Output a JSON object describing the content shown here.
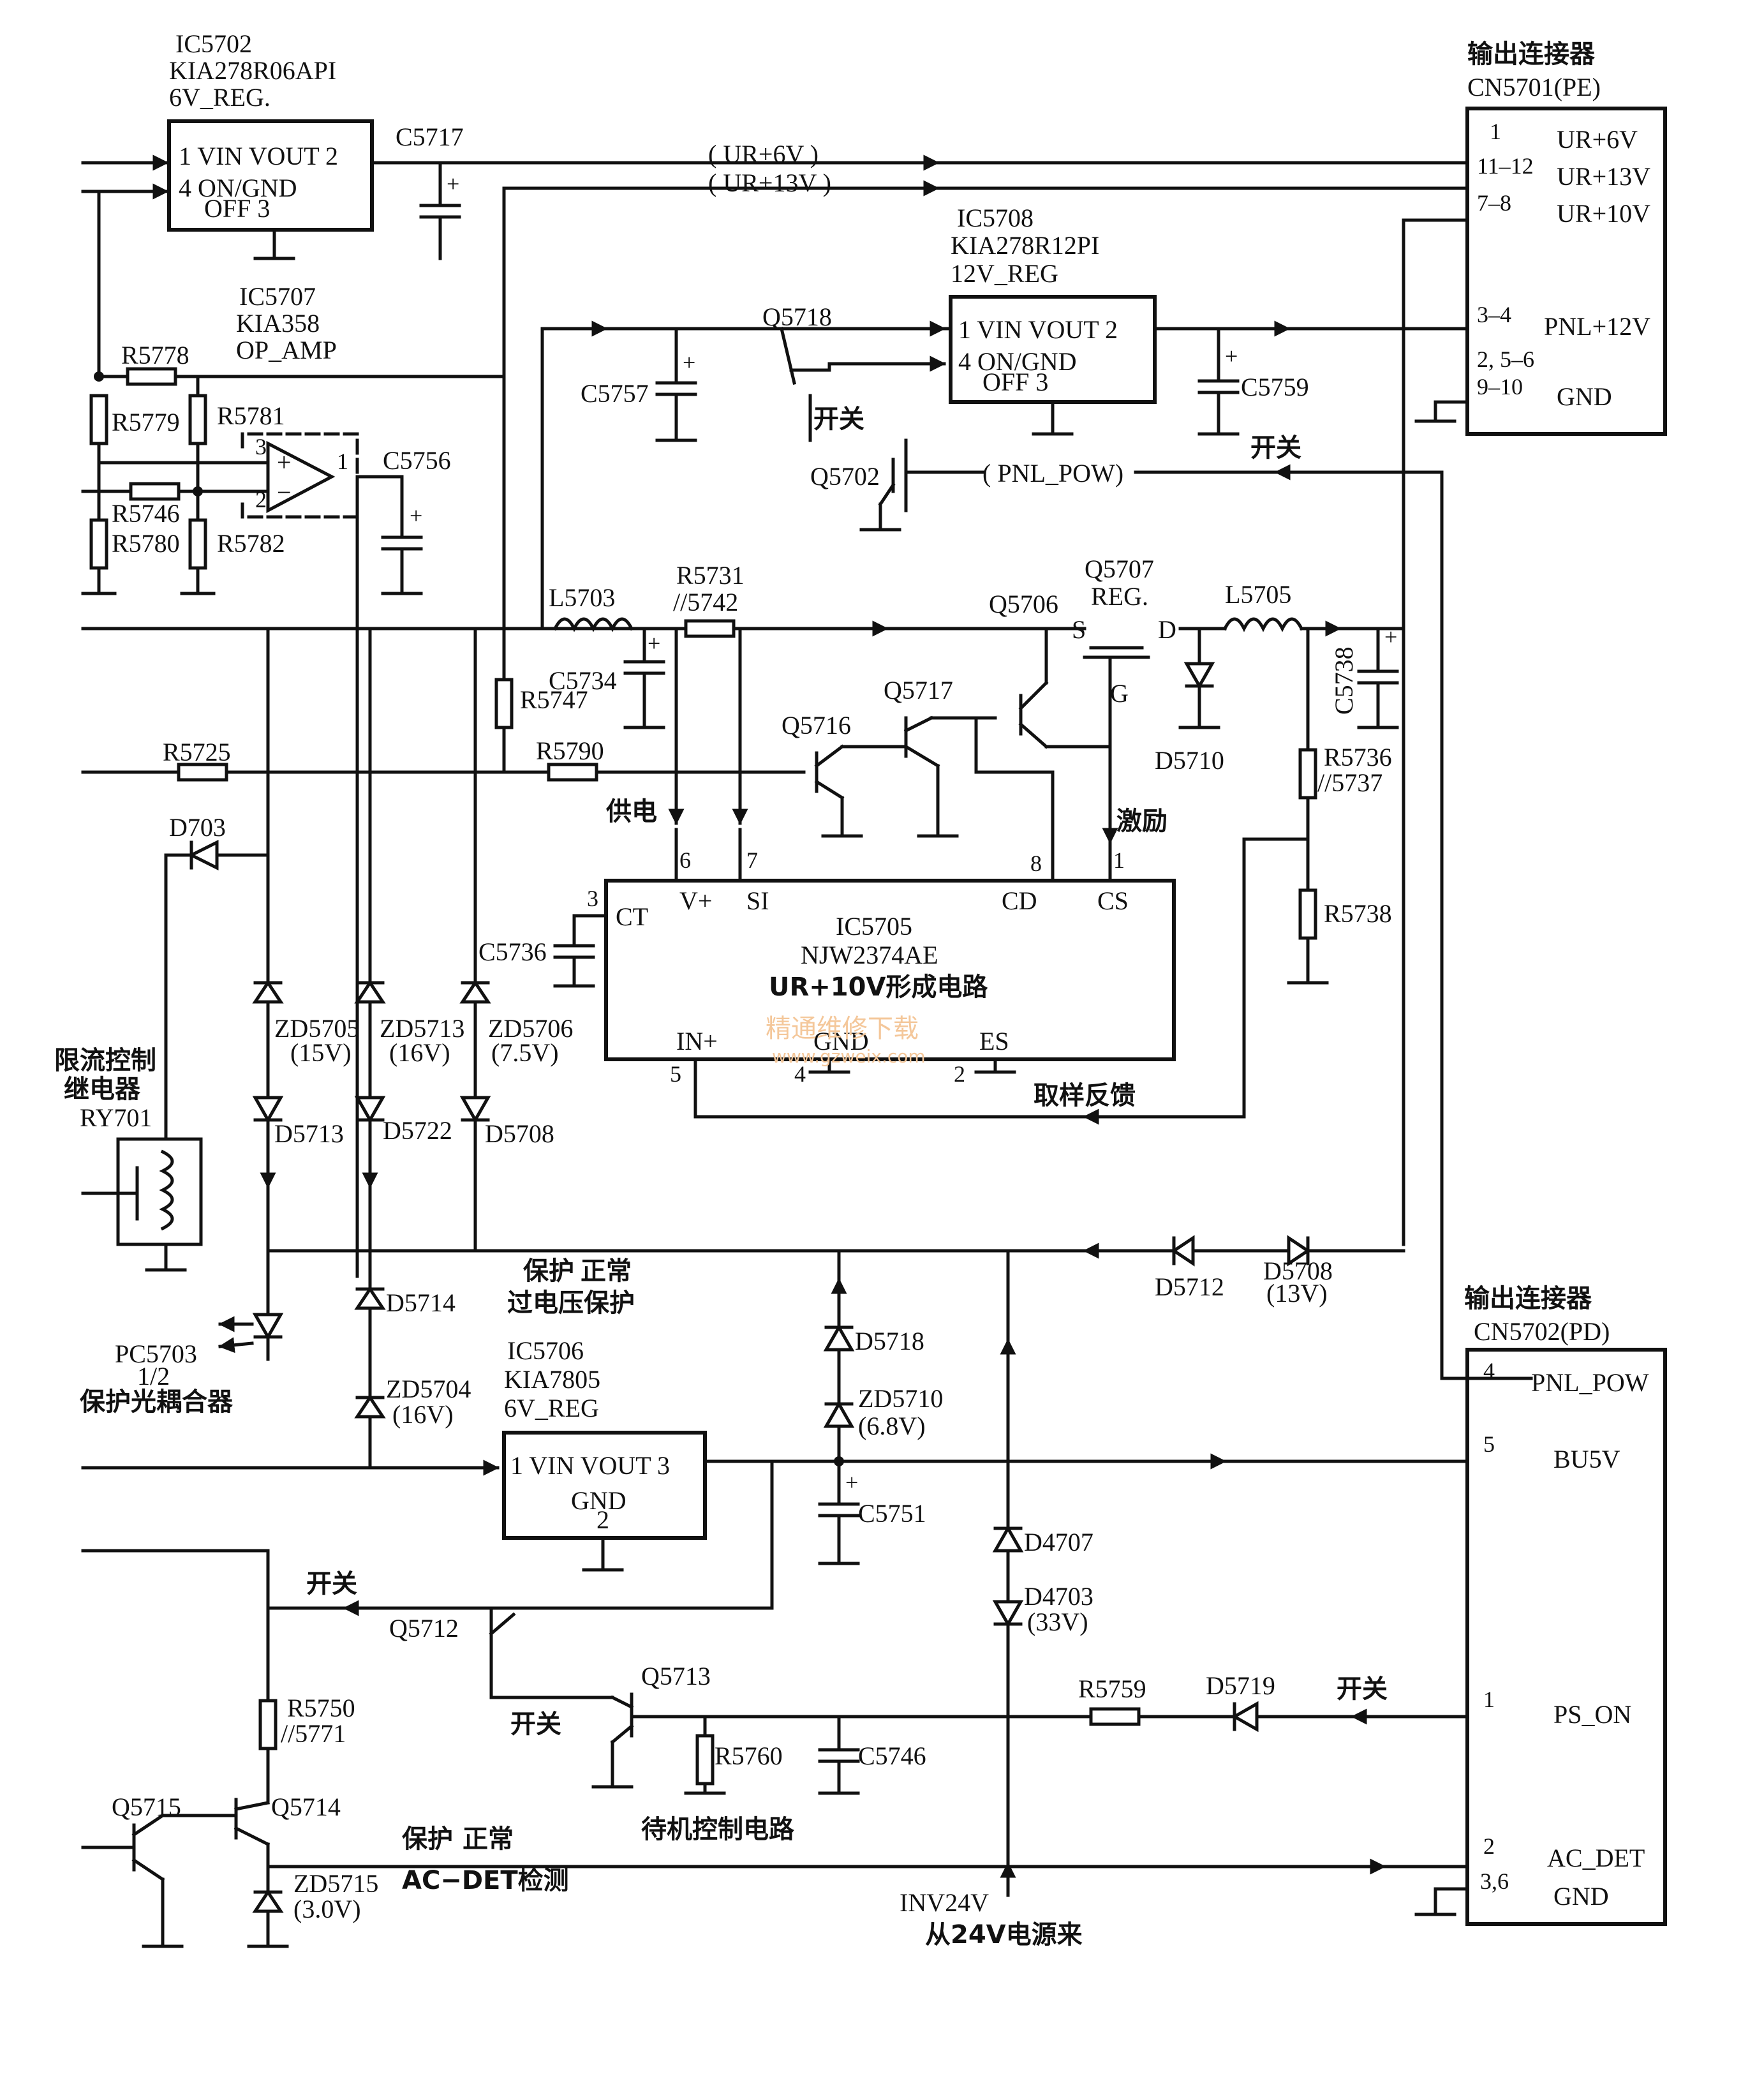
{
  "ic5702": {
    "ref": "IC5702",
    "part": "KIA278R06API",
    "func": "6V_REG.",
    "pins": [
      "1  VIN  VOUT 2",
      "4  ON/GND",
      "OFF  3"
    ]
  },
  "ic5708": {
    "ref": "IC5708",
    "part": "KIA278R12PI",
    "func": "12V_REG",
    "pins": [
      "1  VIN  VOUT 2",
      "4  ON/GND",
      "OFF  3"
    ]
  },
  "ic5707": {
    "ref": "IC5707",
    "part": "KIA358",
    "func": "OP_AMP"
  },
  "ic5705": {
    "ref": "IC5705",
    "part": "NJW2374AE",
    "func": "UR+10V形成电路",
    "pins": {
      "ct": "CT",
      "vplus": "V+",
      "si": "SI",
      "cd": "CD",
      "cs": "CS",
      "inp": "IN+",
      "gnd": "GND",
      "es": "ES",
      "n3": "3",
      "n6": "6",
      "n7": "7",
      "n8": "8",
      "n1": "1",
      "n5": "5",
      "n4": "4",
      "n2": "2"
    }
  },
  "ic5706": {
    "ref": "IC5706",
    "part": "KIA7805",
    "func": "6V_REG",
    "pins": [
      "1  VIN  VOUT 3",
      "GND",
      "2"
    ]
  },
  "cn5701": {
    "title": "输出连接器",
    "ref": "CN5701(PE)",
    "rows": [
      {
        "pin": "1",
        "sig": "UR+6V"
      },
      {
        "pin": "11–12",
        "sig": "UR+13V"
      },
      {
        "pin": "7–8",
        "sig": "UR+10V"
      },
      {
        "pin": "3–4",
        "sig": "PNL+12V"
      },
      {
        "pin": "2, 5–6",
        "sig": ""
      },
      {
        "pin": "9–10",
        "sig": "GND"
      }
    ]
  },
  "cn5702": {
    "title": "输出连接器",
    "ref": "CN5702(PD)",
    "rows": [
      {
        "pin": "4",
        "sig": "PNL_POW"
      },
      {
        "pin": "5",
        "sig": "BU5V"
      },
      {
        "pin": "1",
        "sig": "PS_ON"
      },
      {
        "pin": "2",
        "sig": "AC_DET"
      },
      {
        "pin": "3,6",
        "sig": "GND"
      }
    ]
  },
  "nets": {
    "ur6v": "( UR+6V )",
    "ur13v": "( UR+13V )",
    "pnlpow": "( PNL_POW)"
  },
  "components": {
    "c5717": "C5717",
    "c5757": "C5757",
    "c5759": "C5759",
    "c5756": "C5756",
    "c5734": "C5734",
    "c5738": "C5738",
    "c5736": "C5736",
    "c5751": "C5751",
    "c5746": "C5746",
    "r5778": "R5778",
    "r5779": "R5779",
    "r5781": "R5781",
    "r5746": "R5746",
    "r5780": "R5780",
    "r5782": "R5782",
    "r5731": "R5731",
    "r5742": "//5742",
    "r5747": "R5747",
    "r5725": "R5725",
    "r5790": "R5790",
    "r5736": "R5736",
    "r5737": "//5737",
    "r5738": "R5738",
    "r5750": "R5750",
    "r5771": "//5771",
    "r5759": "R5759",
    "r5760": "R5760",
    "l5703": "L5703",
    "l5705": "L5705",
    "q5718": "Q5718",
    "q5702": "Q5702",
    "q5706": "Q5706",
    "q5707": "Q5707",
    "q5707b": "REG.",
    "q5717": "Q5717",
    "q5716": "Q5716",
    "q5712": "Q5712",
    "q5713": "Q5713",
    "q5715": "Q5715",
    "q5714": "Q5714",
    "d703": "D703",
    "d5710": "D5710",
    "d5713": "D5713",
    "d5722": "D5722",
    "d5708a": "D5708",
    "d5712": "D5712",
    "d5708b": "D5708",
    "d5708bv": "(13V)",
    "d5714": "D5714",
    "d5718": "D5718",
    "d4707": "D4707",
    "d4703": "D4703",
    "d4703v": "(33V)",
    "d5719": "D5719",
    "zd5705": "ZD5705",
    "zd5705v": "(15V)",
    "zd5713": "ZD5713",
    "zd5713v": "(16V)",
    "zd5706": "ZD5706",
    "zd5706v": "(7.5V)",
    "zd5704": "ZD5704",
    "zd5704v": "(16V)",
    "zd5710": "ZD5710",
    "zd5710v": "(6.8V)",
    "zd5715": "ZD5715",
    "zd5715v": "(3.0V)",
    "pc5703": "PC5703",
    "pc5703b": "1/2",
    "ry701": "RY701",
    "pin_s": "S",
    "pin_d": "D",
    "pin_g": "G",
    "opamp_n3": "3",
    "opamp_n2": "2",
    "opamp_n1": "1"
  },
  "annotations": {
    "switch": "开关",
    "supply": "供电",
    "excite": "激励",
    "sample_fb": "取样反馈",
    "relay1": "限流控制",
    "relay2": "继电器",
    "prot_normal_a": "保护",
    "prot_normal_b": "正常",
    "ov_prot": "过电压保护",
    "pc_desc": "保护光耦合器",
    "standby": "待机控制电路",
    "acdet": "AC−DET检测",
    "inv24": "INV24V",
    "from24": "从24V电源来"
  },
  "watermark": {
    "line1": "精通维修下载",
    "line2": "www.gzweix.com"
  }
}
